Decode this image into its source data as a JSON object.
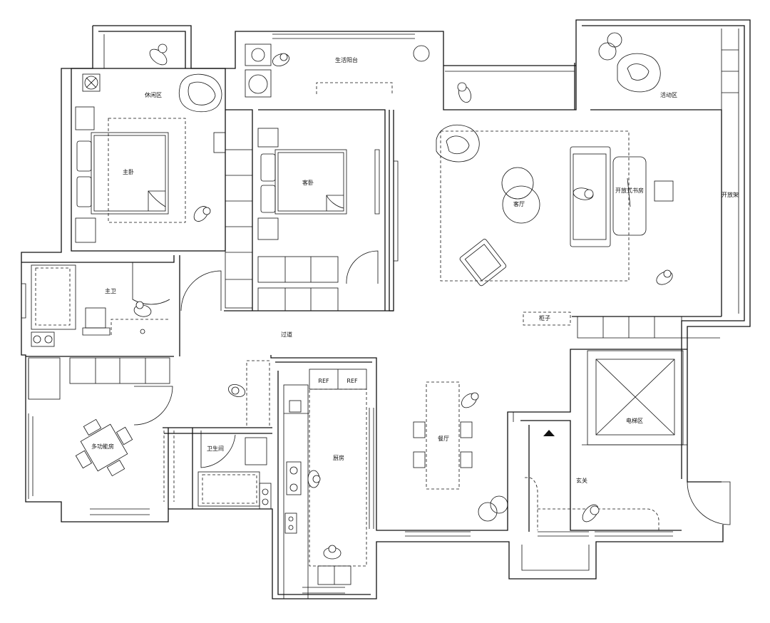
{
  "rooms": {
    "leisure": "休闲区",
    "balcony": "生活阳台",
    "activity": "活动区",
    "master_bedroom": "主卧",
    "guest_bedroom": "客卧",
    "living_room": "客厅",
    "open_study": "开放式书房",
    "open_shelf": "开放架",
    "master_bath": "主卫",
    "corridor": "过道",
    "cabinet": "柜子",
    "multi_room": "多功能房",
    "toilet": "卫生间",
    "kitchen": "厨房",
    "dining": "餐厅",
    "elevator": "电梯区",
    "entrance": "玄关"
  },
  "fixtures": {
    "ref1": "REF",
    "ref2": "REF"
  }
}
